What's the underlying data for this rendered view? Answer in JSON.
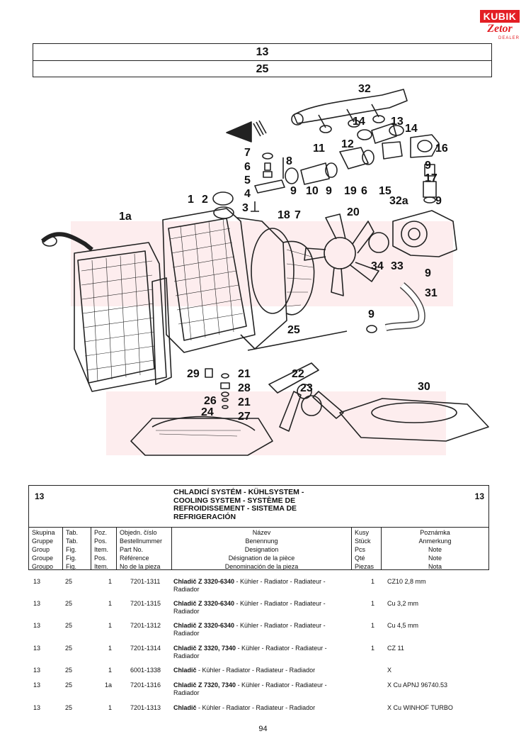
{
  "logo": {
    "brand": "KUBIK",
    "sub": "Zetor",
    "tag": "DEALER"
  },
  "header": {
    "group": "13",
    "table": "25"
  },
  "diagram": {
    "labels": [
      "32",
      "14",
      "13",
      "14",
      "16",
      "11",
      "12",
      "9",
      "17",
      "7",
      "6",
      "5",
      "4",
      "8",
      "9",
      "10",
      "9",
      "19",
      "6",
      "15",
      "32a",
      "9",
      "2",
      "1",
      "3",
      "18",
      "7",
      "20",
      "1a",
      "34",
      "33",
      "9",
      "31",
      "9",
      "25",
      "29",
      "21",
      "22",
      "28",
      "23",
      "30",
      "21",
      "26",
      "24",
      "27"
    ]
  },
  "section": {
    "group_left": "13",
    "group_right": "13",
    "title_lines": [
      "CHLADICÍ SYSTÉM - KÜHLSYSTEM -",
      "COOLING SYSTEM - SYSTÈME DE",
      "REFROIDISSEMENT - SISTEMA DE",
      "REFRIGERACIÓN"
    ]
  },
  "columns": {
    "group": [
      "Skupina",
      "Gruppe",
      "Group",
      "Groupe",
      "Groupo"
    ],
    "table": [
      "Tab.",
      "Tab.",
      "Fig.",
      "Fig.",
      "Fig."
    ],
    "position": [
      "Poz.",
      "Pos.",
      "Item.",
      "Pos.",
      "Item."
    ],
    "part": [
      "Objedn. číslo",
      "Bestellnummer",
      "Part No.",
      "Référence",
      "No de la pieza"
    ],
    "name": [
      "Název",
      "Benennung",
      "Designation",
      "Désignation de la pièce",
      "Denominación de la pieza"
    ],
    "qty": [
      "Kusy",
      "Stück",
      "Pcs",
      "Qté",
      "Piezas"
    ],
    "note": [
      "Poznámka",
      "Anmerkung",
      "Note",
      "Note",
      "Nota"
    ]
  },
  "rows": [
    {
      "group": "13",
      "table": "25",
      "pos": "1",
      "part": "7201-1311",
      "name_bold": "Chladič Z 3320-6340",
      "name_rest": " - Kühler - Radiator - Radiateur - Radiador",
      "qty": "1",
      "note": "CZ10   2,8 mm"
    },
    {
      "group": "13",
      "table": "25",
      "pos": "1",
      "part": "7201-1315",
      "name_bold": "Chladič Z 3320-6340",
      "name_rest": " - Kühler - Radiator - Radiateur - Radiador",
      "qty": "1",
      "note": "Cu 3,2 mm"
    },
    {
      "group": "13",
      "table": "25",
      "pos": "1",
      "part": "7201-1312",
      "name_bold": "Chladič Z 3320-6340",
      "name_rest": " - Kühler - Radiator - Radiateur - Radiador",
      "qty": "1",
      "note": "Cu 4,5 mm"
    },
    {
      "group": "13",
      "table": "25",
      "pos": "1",
      "part": "7201-1314",
      "name_bold": "Chladič Z 3320, 7340",
      "name_rest": " - Kühler - Radiator - Radiateur - Radiador",
      "qty": "1",
      "note": "CZ 11"
    },
    {
      "group": "13",
      "table": "25",
      "pos": "1",
      "part": "6001-1338",
      "name_bold": "Chladič",
      "name_rest": " - Kühler - Radiator - Radiateur - Radiador",
      "qty": "",
      "note": "X"
    },
    {
      "group": "13",
      "table": "25",
      "pos": "1a",
      "part": "7201-1316",
      "name_bold": "Chladič Z 7320, 7340",
      "name_rest": " - Kühler - Radiator - Radiateur - Radiador",
      "qty": "",
      "note": "X Cu APNJ  96740.53"
    },
    {
      "group": "13",
      "table": "25",
      "pos": "1",
      "part": "7201-1313",
      "name_bold": "Chladič",
      "name_rest": " - Kühler - Radiator - Radiateur - Radiador",
      "qty": "",
      "note": "X Cu WINHOF TURBO"
    }
  ],
  "page_number": "94"
}
